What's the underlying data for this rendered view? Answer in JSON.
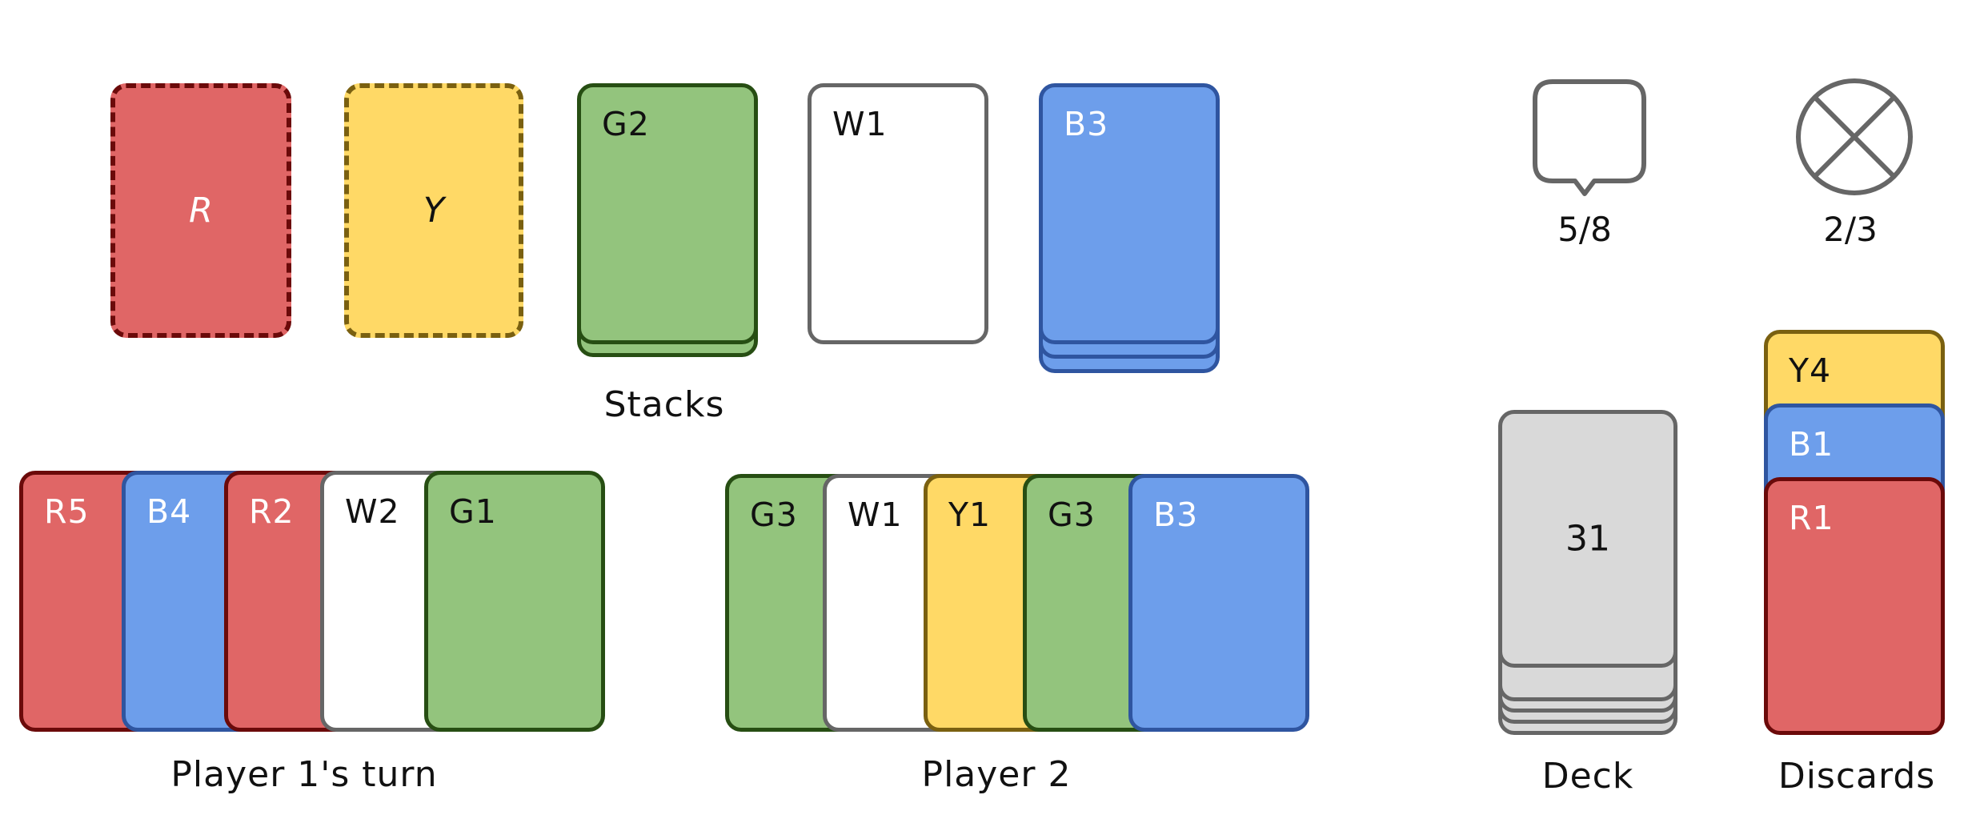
{
  "colors": {
    "red": "#e06666",
    "yellow": "#ffd966",
    "green": "#93c47d",
    "white": "#ffffff",
    "blue": "#6d9eeb",
    "grey": "#d9d9d9"
  },
  "stacks": {
    "caption": "Stacks",
    "cards": [
      {
        "label": "R",
        "color": "red",
        "empty": true
      },
      {
        "label": "Y",
        "color": "yellow",
        "empty": true
      },
      {
        "label": "G2",
        "color": "green",
        "empty": false
      },
      {
        "label": "W1",
        "color": "white",
        "empty": false
      },
      {
        "label": "B3",
        "color": "blue",
        "empty": false
      }
    ]
  },
  "tokens": {
    "hints": {
      "icon": "speech-bubble-icon",
      "value": "5/8"
    },
    "strikes": {
      "icon": "crossed-circle-icon",
      "value": "2/3"
    }
  },
  "player1": {
    "caption": "Player 1's turn",
    "cards": [
      {
        "label": "R5",
        "color": "red"
      },
      {
        "label": "B4",
        "color": "blue"
      },
      {
        "label": "R2",
        "color": "red"
      },
      {
        "label": "W2",
        "color": "white"
      },
      {
        "label": "G1",
        "color": "green"
      }
    ]
  },
  "player2": {
    "caption": "Player 2",
    "cards": [
      {
        "label": "G3",
        "color": "green"
      },
      {
        "label": "W1",
        "color": "white"
      },
      {
        "label": "Y1",
        "color": "yellow"
      },
      {
        "label": "G3",
        "color": "green"
      },
      {
        "label": "B3",
        "color": "blue"
      }
    ]
  },
  "deck": {
    "caption": "Deck",
    "count": "31"
  },
  "discards": {
    "caption": "Discards",
    "cards": [
      {
        "label": "Y4",
        "color": "yellow"
      },
      {
        "label": "B1",
        "color": "blue"
      },
      {
        "label": "R1",
        "color": "red"
      }
    ]
  }
}
